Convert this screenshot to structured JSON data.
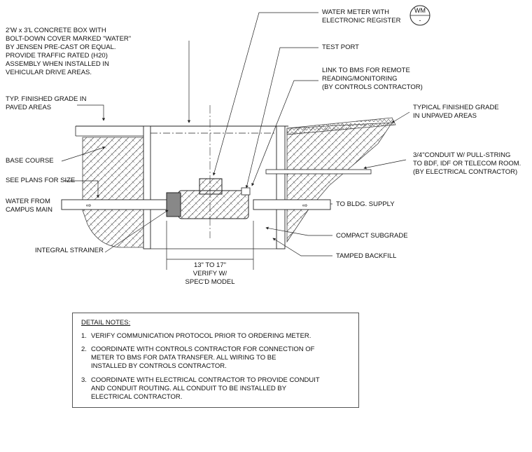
{
  "callouts": {
    "concrete_box": "2'W x 3'L CONCRETE BOX WITH\nBOLT-DOWN COVER MARKED \"WATER\"\nBY JENSEN PRE-CAST OR EQUAL.\nPROVIDE TRAFFIC RATED (H20)\nASSEMBLY WHEN INSTALLED IN\nVEHICULAR DRIVE AREAS.",
    "finished_grade_paved": "TYP. FINISHED GRADE IN\nPAVED AREAS",
    "base_course": "BASE COURSE",
    "see_plans": "SEE PLANS FOR SIZE",
    "water_from": "WATER FROM\nCAMPUS MAIN",
    "integral_strainer": "INTEGRAL STRAINER",
    "water_meter": "WATER METER WITH\nELECTRONIC REGISTER",
    "test_port": "TEST PORT",
    "link_bms": "LINK TO BMS FOR REMOTE\nREADING/MONITORING\n(BY CONTROLS CONTRACTOR)",
    "finished_grade_unpaved": "TYPICAL FINISHED GRADE\nIN UNPAVED AREAS",
    "conduit": "3/4\"CONDUIT W/ PULL-STRING\nTO BDF, IDF OR TELECOM ROOM.\n(BY ELECTRICAL CONTRACTOR)",
    "to_bldg": "TO BLDG. SUPPLY",
    "compact_subgrade": "COMPACT SUBGRADE",
    "tamped_backfill": "TAMPED BACKFILL"
  },
  "symbol": {
    "top": "WM",
    "bottom": "-"
  },
  "dimension": "13\" TO 17\"\nVERIFY W/\nSPEC'D MODEL",
  "notes": {
    "title": "DETAIL NOTES:",
    "items": [
      {
        "num": "1.",
        "text": "VERIFY COMMUNICATION PROTOCOL PRIOR TO ORDERING METER."
      },
      {
        "num": "2.",
        "text": "COORDINATE WITH CONTROLS CONTRACTOR FOR CONNECTION OF\nMETER TO BMS FOR DATA TRANSFER. ALL WIRING TO BE\nINSTALLED BY CONTROLS CONTRACTOR."
      },
      {
        "num": "3.",
        "text": "COORDINATE WITH ELECTRICAL CONTRACTOR TO PROVIDE CONDUIT\nAND CONDUIT ROUTING. ALL CONDUIT TO BE INSTALLED BY\nELECTRICAL CONTRACTOR."
      }
    ]
  },
  "colors": {
    "line": "#222222",
    "hatch": "#555555"
  }
}
